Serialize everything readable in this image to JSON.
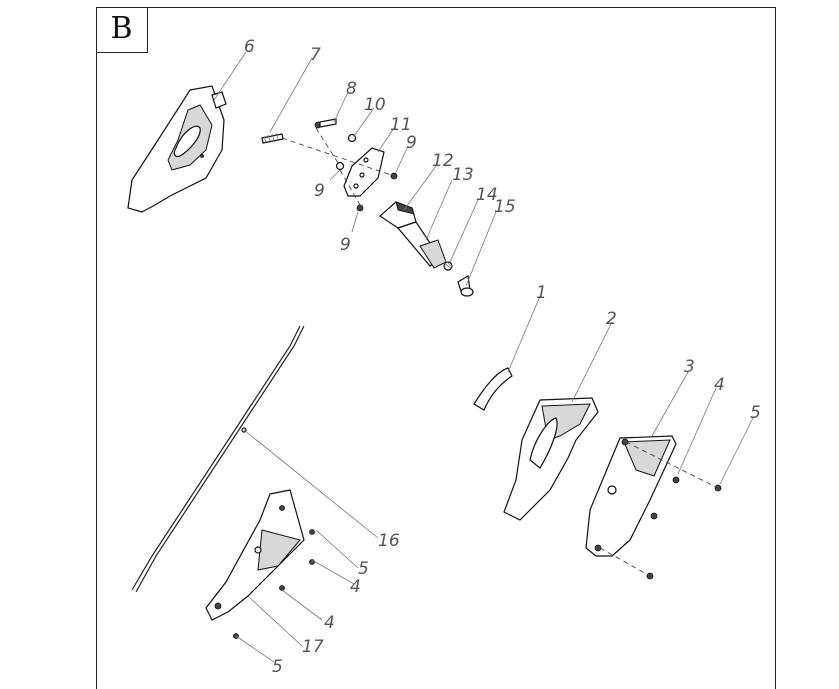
{
  "section": "B",
  "callouts": [
    "6",
    "7",
    "8",
    "10",
    "11",
    "9",
    "12",
    "13",
    "14",
    "15",
    "9",
    "9",
    "1",
    "2",
    "3",
    "4",
    "5",
    "16",
    "5",
    "4",
    "4",
    "17",
    "5"
  ]
}
